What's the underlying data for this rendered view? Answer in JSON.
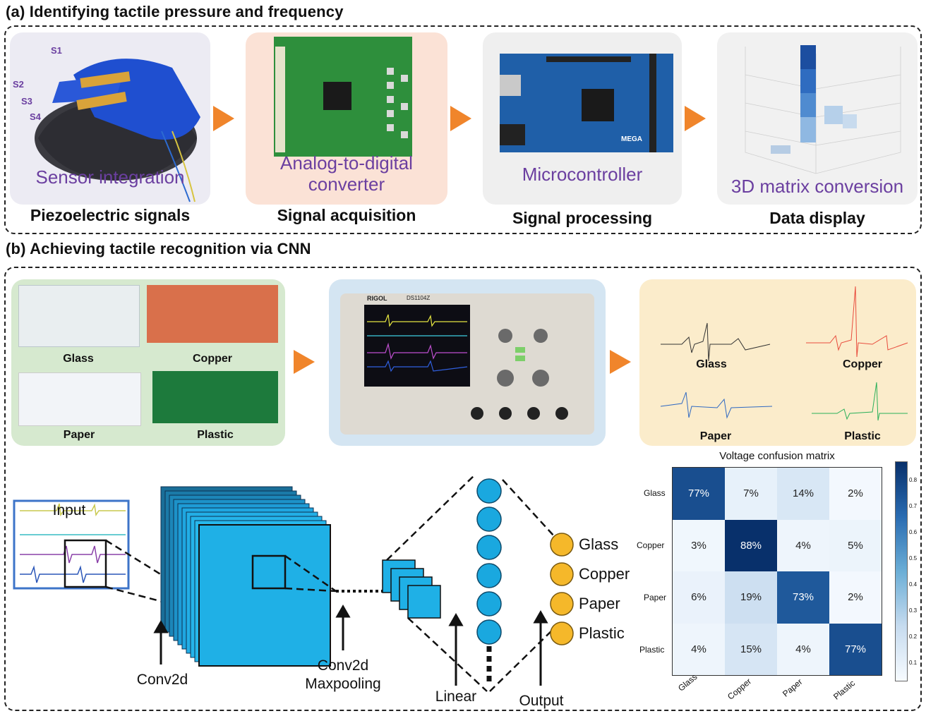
{
  "panel_a": {
    "title": "(a) Identifying tactile pressure and frequency",
    "steps": [
      {
        "label": "Sensor integration",
        "caption": "Piezoelectric signals",
        "bg": "#ecebf3"
      },
      {
        "label": "Analog-to-digital converter",
        "caption": "Signal acquisition",
        "bg": "#fbe2d6"
      },
      {
        "label": "Microcontroller",
        "caption": "Signal processing",
        "bg": "#efefef"
      },
      {
        "label": "3D matrix conversion",
        "caption": "Data display",
        "bg": "#f1f1f1"
      }
    ],
    "sensor_tags": [
      "S1",
      "S2",
      "S3",
      "S4"
    ],
    "board_text": "MEGA"
  },
  "panel_b": {
    "title": "(b) Achieving tactile recognition via CNN",
    "materials": [
      "Glass",
      "Copper",
      "Paper",
      "Plastic"
    ],
    "scope_brand": "RIGOL",
    "scope_model": "DS1104Z",
    "signals": [
      "Glass",
      "Copper",
      "Paper",
      "Plastic"
    ],
    "cnn": {
      "input_label": "Input",
      "conv_label": "Conv2d",
      "conv_pool_label_1": "Conv2d",
      "conv_pool_label_2": "Maxpooling",
      "linear_label": "Linear",
      "output_label": "Output",
      "outputs": [
        "Glass",
        "Copper",
        "Paper",
        "Plastic"
      ]
    },
    "confusion": {
      "title": "Voltage confusion matrix",
      "labels": [
        "Glass",
        "Copper",
        "Paper",
        "Plastic"
      ],
      "values": [
        [
          "77%",
          "7%",
          "14%",
          "2%"
        ],
        [
          "3%",
          "88%",
          "4%",
          "5%"
        ],
        [
          "6%",
          "19%",
          "73%",
          "2%"
        ],
        [
          "4%",
          "15%",
          "4%",
          "77%"
        ]
      ],
      "fractions": [
        [
          0.77,
          0.07,
          0.14,
          0.02
        ],
        [
          0.03,
          0.88,
          0.04,
          0.05
        ],
        [
          0.06,
          0.19,
          0.73,
          0.02
        ],
        [
          0.04,
          0.15,
          0.04,
          0.77
        ]
      ],
      "colorbar_ticks": [
        "0.8",
        "0.7",
        "0.6",
        "0.5",
        "0.4",
        "0.3",
        "0.2",
        "0.1"
      ]
    }
  },
  "colors": {
    "arrow": "#f0852b",
    "node": "#1aa8df",
    "output_node": "#f5b82a",
    "purple": "#6b3fa0"
  }
}
